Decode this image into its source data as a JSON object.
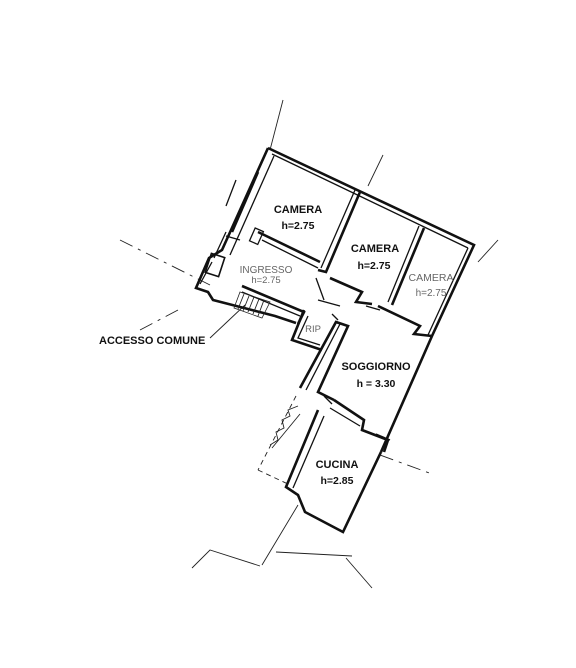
{
  "rooms": [
    {
      "key": "camera1",
      "name": "CAMERA",
      "height": "h=2.75"
    },
    {
      "key": "camera2",
      "name": "CAMERA",
      "height": "h=2.75"
    },
    {
      "key": "camera3",
      "name": "CAMERA",
      "height": "h=2.75"
    },
    {
      "key": "ingresso",
      "name": "INGRESSO",
      "height": "h=2.75"
    },
    {
      "key": "rip",
      "name": "RIP",
      "height": ""
    },
    {
      "key": "soggiorno",
      "name": "SOGGIORNO",
      "height": "h = 3.30"
    },
    {
      "key": "cucina",
      "name": "CUCINA",
      "height": "h=2.85"
    }
  ],
  "labels": {
    "accesso": "ACCESSO COMUNE"
  }
}
